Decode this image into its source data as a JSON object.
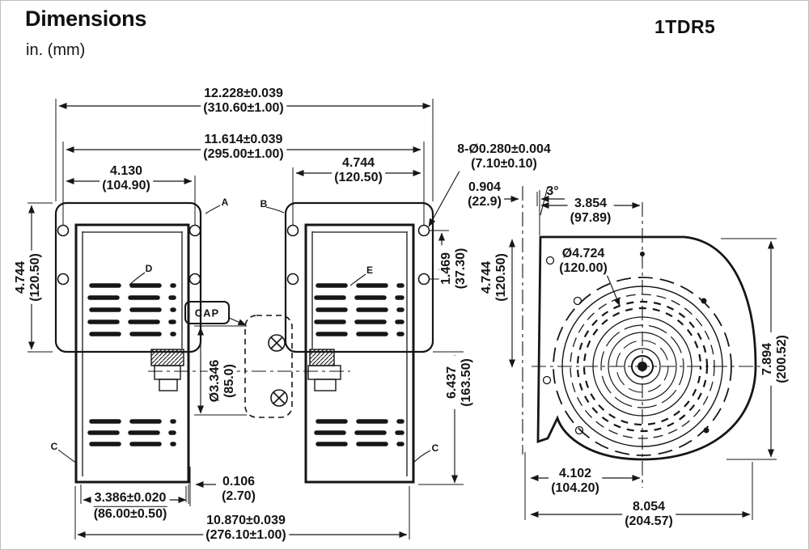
{
  "header": {
    "title": "Dimensions",
    "units_note": "in. (mm)",
    "model": "1TDR5"
  },
  "colors": {
    "ink": "#161616",
    "paper": "#ffffff"
  },
  "front_view": {
    "cap_label": "CAP",
    "callouts": {
      "a": "A",
      "b": "B",
      "c_left": "C",
      "c_right": "C",
      "d": "D",
      "e": "E"
    },
    "dims": {
      "overall_width": {
        "in": "12.228±0.039",
        "mm": "(310.60±1.00)"
      },
      "hole_span": {
        "in": "11.614±0.039",
        "mm": "(295.00±1.00)"
      },
      "left_hole_spacing": {
        "in": "4.130",
        "mm": "(104.90)"
      },
      "right_hole_spacing": {
        "in": "4.744",
        "mm": "(120.50)"
      },
      "mount_holes": {
        "in": "8-Ø0.280±0.004",
        "mm": "(7.10±0.10)"
      },
      "plate_height": {
        "in": "4.744",
        "mm": "(120.50)"
      },
      "hole_row_offset": {
        "in": "1.469",
        "mm": "(37.30)"
      },
      "motor_diameter": {
        "in": "Ø3.346",
        "mm": "(85.0)"
      },
      "unit_height": {
        "in": "6.437",
        "mm": "(163.50)"
      },
      "housing_offset": {
        "in": "0.106",
        "mm": "(2.70)"
      },
      "housing_width": {
        "in": "3.386±0.020",
        "mm": "(86.00±0.50)"
      },
      "body_width": {
        "in": "10.870±0.039",
        "mm": "(276.10±1.00)"
      }
    }
  },
  "side_view": {
    "dims": {
      "flange_offset": {
        "in": "0.904",
        "mm": "(22.9)"
      },
      "outlet_angle": "3°",
      "face_to_center": {
        "in": "3.854",
        "mm": "(97.89)"
      },
      "outlet_height": {
        "in": "4.744",
        "mm": "(120.50)"
      },
      "wheel_diameter": {
        "in": "Ø4.724",
        "mm": "(120.00)"
      },
      "overall_height": {
        "in": "7.894",
        "mm": "(200.52)"
      },
      "center_to_front": {
        "in": "4.102",
        "mm": "(104.20)"
      },
      "overall_depth": {
        "in": "8.054",
        "mm": "(204.57)"
      }
    }
  }
}
